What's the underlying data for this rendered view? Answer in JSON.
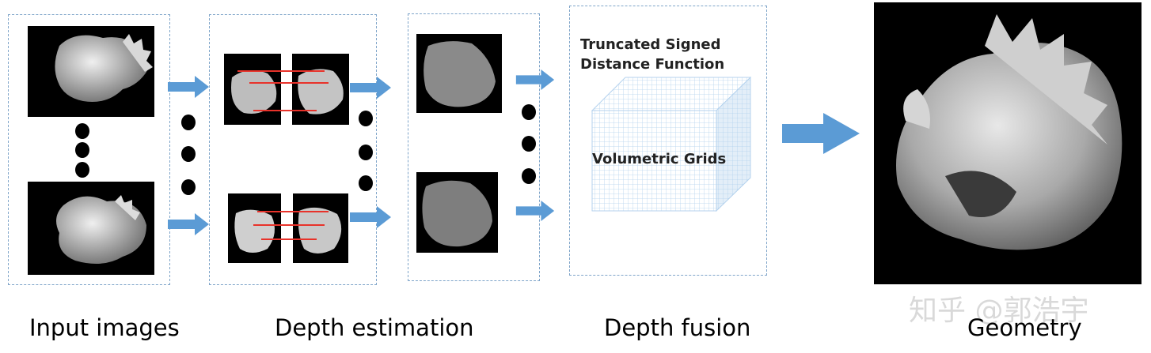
{
  "stages": {
    "input": "Input images",
    "depth_estimation": "Depth estimation",
    "depth_fusion": "Depth fusion",
    "geometry": "Geometry"
  },
  "fusion": {
    "title_line1": "Truncated Signed",
    "title_line2": "Distance Function",
    "grid_label": "Volumetric Grids"
  },
  "watermark": "知乎 @郭浩宇",
  "colors": {
    "arrow": "#5b9bd5",
    "panel_border": "#7ea4c9",
    "match_line": "#e8322a",
    "grid": "#b4d2ee"
  }
}
